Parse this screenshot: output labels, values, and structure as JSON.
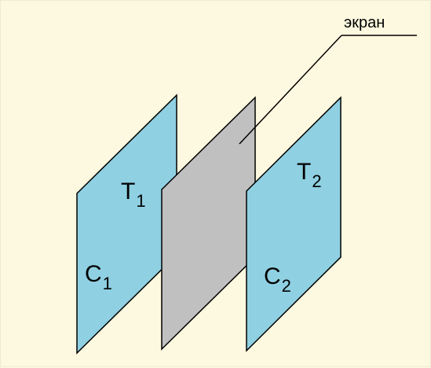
{
  "screen_label": "экран",
  "plates": {
    "left": {
      "top_letter": "T",
      "top_sub": "1",
      "bottom_letter": "C",
      "bottom_sub": "1"
    },
    "right": {
      "top_letter": "T",
      "top_sub": "2",
      "bottom_letter": "C",
      "bottom_sub": "2"
    }
  },
  "colors": {
    "background": "#fdf9e0",
    "plate_fill": "#8fd0e2",
    "screen_fill": "#c0c0c0",
    "outline": "#000000"
  }
}
